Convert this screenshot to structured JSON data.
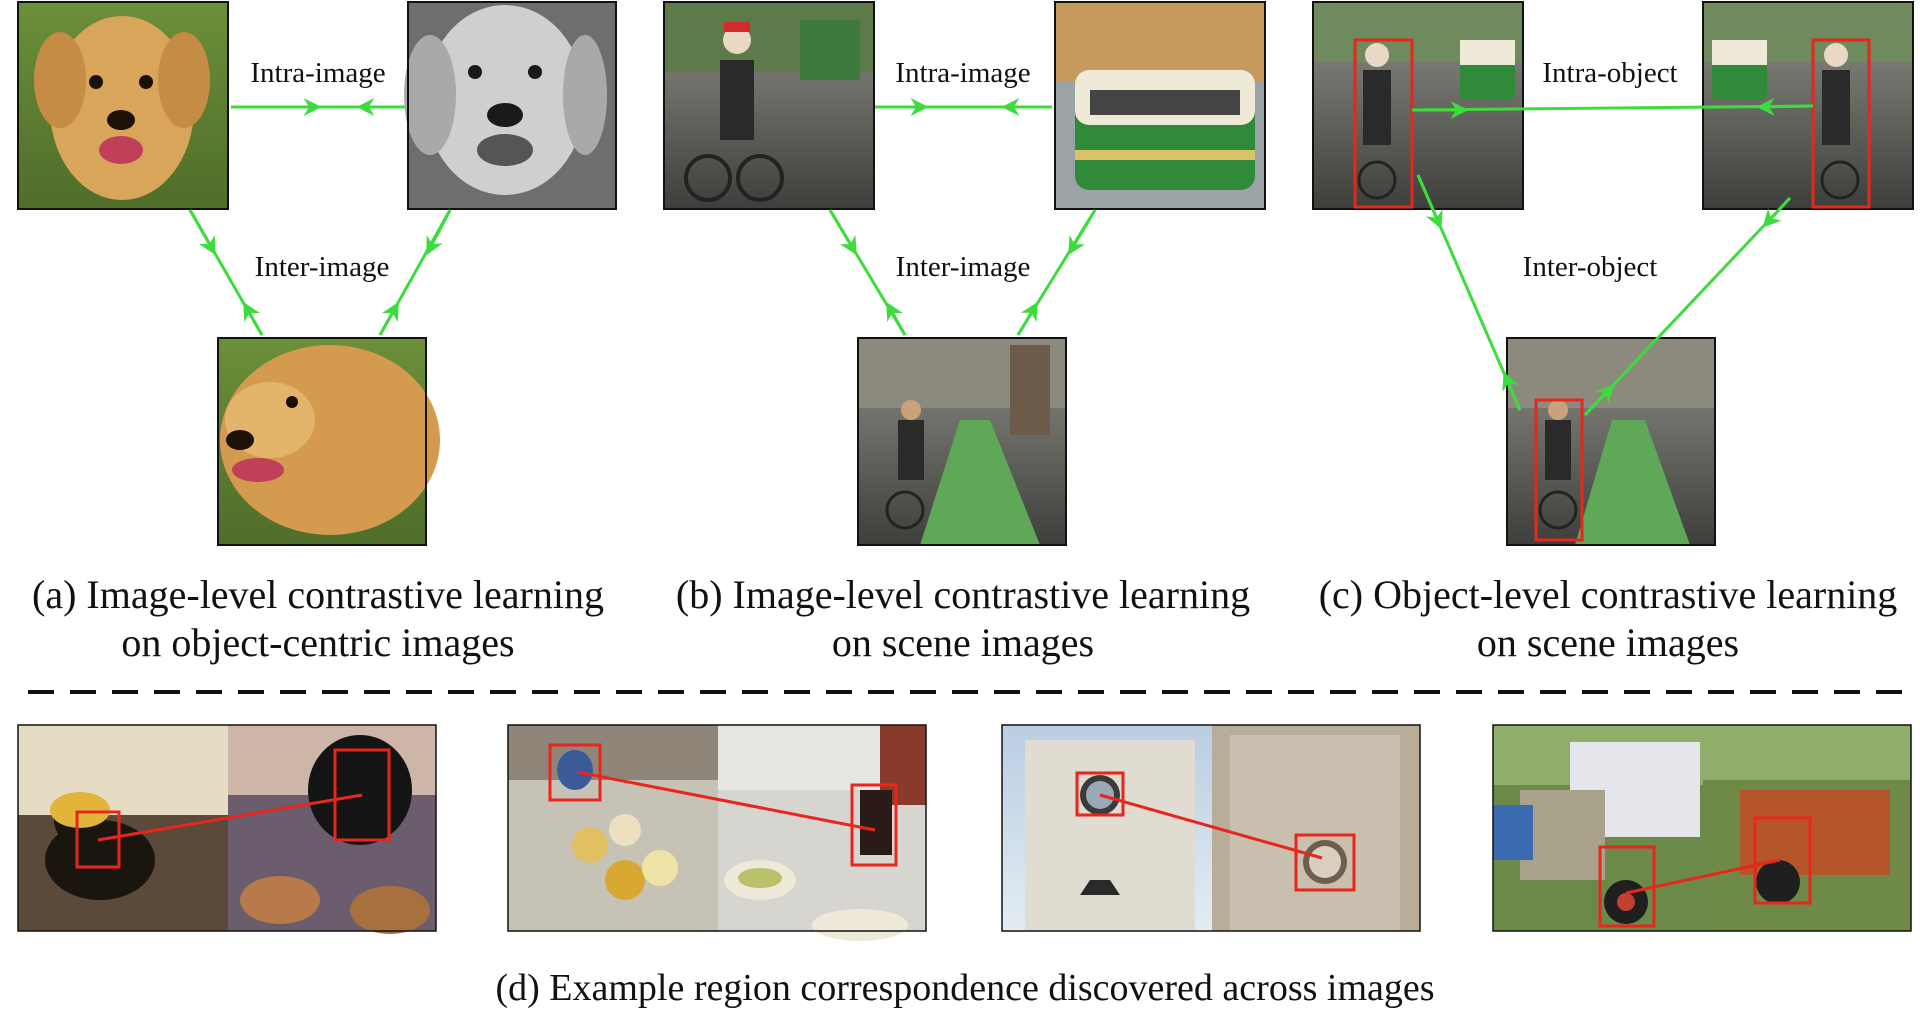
{
  "figure": {
    "panel_a": {
      "intra_label": "Intra-image",
      "inter_label": "Inter-image",
      "caption_line1": "(a) Image-level contrastive learning",
      "caption_line2": "on object-centric images"
    },
    "panel_b": {
      "intra_label": "Intra-image",
      "inter_label": "Inter-image",
      "caption_line1": "(b) Image-level contrastive learning",
      "caption_line2": "on scene images"
    },
    "panel_c": {
      "intra_label": "Intra-object",
      "inter_label": "Inter-object",
      "caption_line1": "(c) Object-level contrastive learning",
      "caption_line2": "on scene images"
    },
    "panel_d": {
      "caption": "(d) Example region correspondence discovered across images"
    },
    "colors": {
      "arrow": "#3ddc3d",
      "box": "#e8261c",
      "frame": "#111111"
    },
    "icons": [
      "dog-photo",
      "grayscale-dog-photo",
      "golden-retriever-photo",
      "cyclist-street-photo",
      "tram-photo",
      "bike-lane-photo",
      "cat-pair-photo",
      "cup-pair-photo",
      "clock-pair-photo",
      "truck-pair-photo"
    ]
  }
}
